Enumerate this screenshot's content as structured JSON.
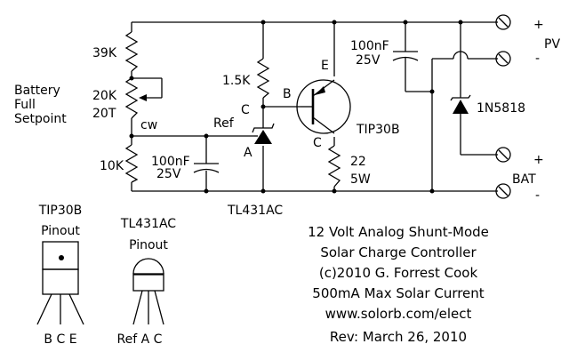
{
  "labels": {
    "r_39k": "39K",
    "r_20k": "20K",
    "r_20t": "20T",
    "setpoint_1": "Battery",
    "setpoint_2": "Full",
    "setpoint_3": "Setpoint",
    "cw": "cw",
    "r_10k": "10K",
    "c1_val": "100nF",
    "c1_volt": "25V",
    "r_1_5k": "1.5K",
    "ref": "Ref",
    "tl_c": "C",
    "tl_a": "A",
    "tl431": "TL431AC",
    "q_b": "B",
    "q_e": "E",
    "q_c": "C",
    "tip30b": "TIP30B",
    "r_22": "22",
    "r_5w": "5W",
    "c2_val": "100nF",
    "c2_volt": "25V",
    "diode": "1N5818",
    "pv": "PV",
    "bat": "BAT",
    "plus_pv": "+",
    "minus_pv": "-",
    "plus_bat": "+",
    "minus_bat": "-"
  },
  "pinout_tip": {
    "title1": "TIP30B",
    "title2": "Pinout",
    "pins": "B C E"
  },
  "pinout_tl": {
    "title1": "TL431AC",
    "title2": "Pinout",
    "pins": "Ref A C"
  },
  "title_block": [
    "12 Volt  Analog Shunt-Mode",
    "Solar Charge Controller",
    "(c)2010  G. Forrest Cook",
    "500mA Max Solar Current",
    "www.solorb.com/elect",
    "Rev: March 26, 2010"
  ]
}
